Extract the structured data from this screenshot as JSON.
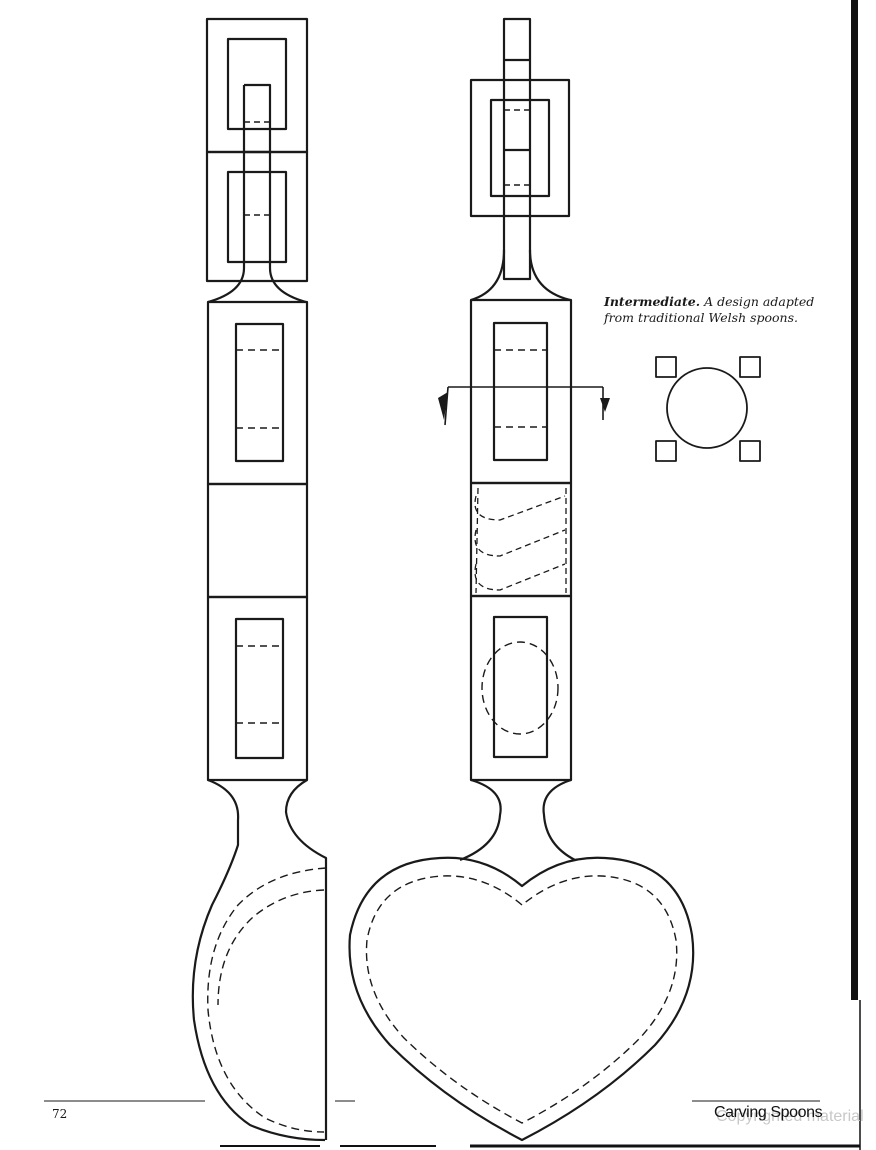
{
  "caption": {
    "heading": "Intermediate.",
    "text": "A design adapted from traditional Welsh spoons."
  },
  "footer": {
    "page_number": "72",
    "running_head": "Carving Spoons",
    "watermark": "Copyrighted material"
  },
  "colors": {
    "ink": "#1a1a1a",
    "paper": "#ffffff",
    "watermark": "#c8c8c8"
  }
}
